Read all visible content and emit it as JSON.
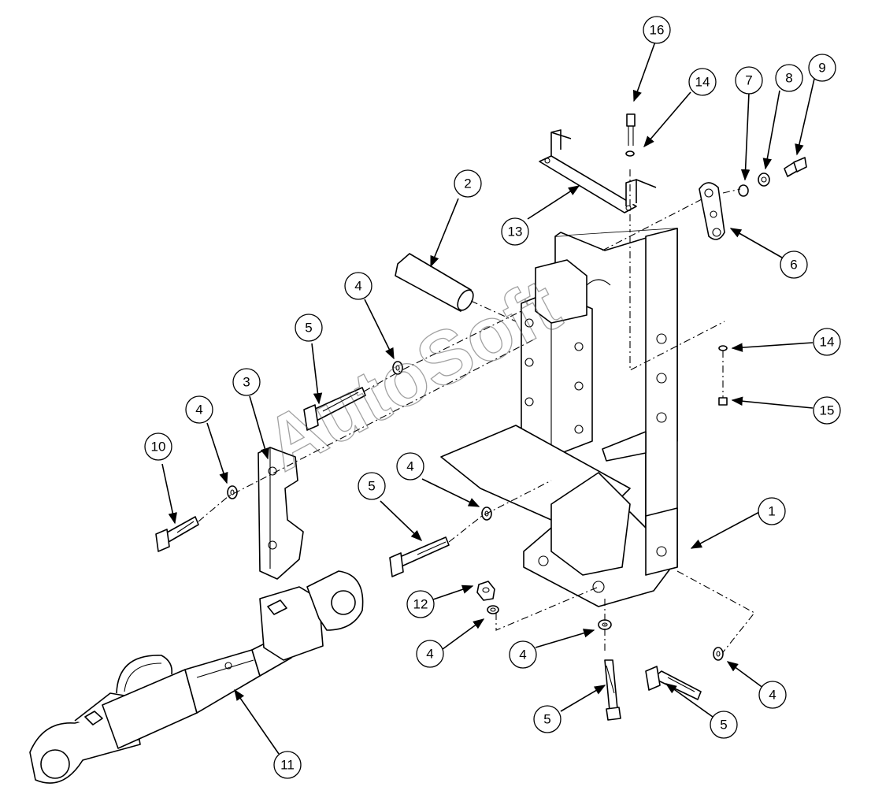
{
  "watermark": "AutoSoft",
  "callouts": [
    {
      "id": "c16",
      "label": "16"
    },
    {
      "id": "c14a",
      "label": "14"
    },
    {
      "id": "c7",
      "label": "7"
    },
    {
      "id": "c8",
      "label": "8"
    },
    {
      "id": "c9",
      "label": "9"
    },
    {
      "id": "c2",
      "label": "2"
    },
    {
      "id": "c13",
      "label": "13"
    },
    {
      "id": "c6",
      "label": "6"
    },
    {
      "id": "c4a",
      "label": "4"
    },
    {
      "id": "c5a",
      "label": "5"
    },
    {
      "id": "c3",
      "label": "3"
    },
    {
      "id": "c14b",
      "label": "14"
    },
    {
      "id": "c15",
      "label": "15"
    },
    {
      "id": "c4b",
      "label": "4"
    },
    {
      "id": "c10",
      "label": "10"
    },
    {
      "id": "c4c",
      "label": "4"
    },
    {
      "id": "c5b",
      "label": "5"
    },
    {
      "id": "c1",
      "label": "1"
    },
    {
      "id": "c12",
      "label": "12"
    },
    {
      "id": "c4d",
      "label": "4"
    },
    {
      "id": "c4e",
      "label": "4"
    },
    {
      "id": "c4f",
      "label": "4"
    },
    {
      "id": "c5c",
      "label": "5"
    },
    {
      "id": "c5d",
      "label": "5"
    },
    {
      "id": "c11",
      "label": "11"
    }
  ]
}
